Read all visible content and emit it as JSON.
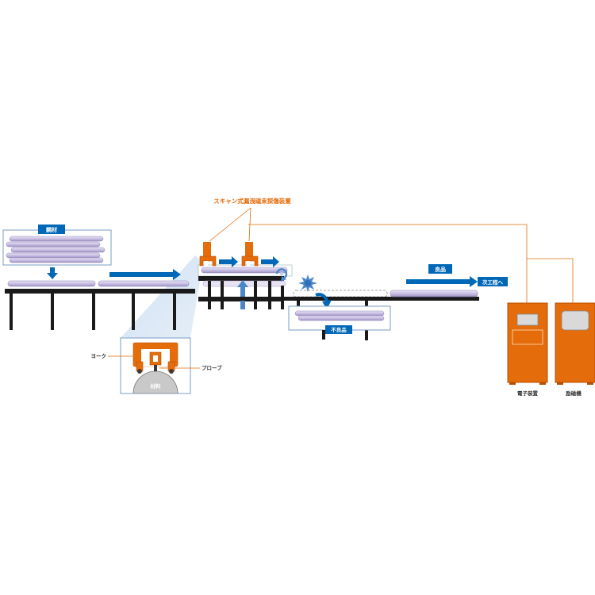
{
  "labels": {
    "title": "スキャン式漏洩磁束探傷装置",
    "raw_material": "鋼材",
    "good_product": "良品",
    "next_process": "次工程へ",
    "defective": "不良品",
    "yoke": "ヨーク",
    "probe": "プローブ",
    "material": "材料",
    "electronic_unit": "電子装置",
    "magnetizer": "励磁機"
  },
  "colors": {
    "orange": "#e46c0a",
    "orange_dark": "#b84f00",
    "blue": "#0068b7",
    "light_blue": "#cfe0f2",
    "pipe": "#c9bfe3",
    "pipe_edge": "#8c82b6",
    "rail": "#1a1a1a"
  },
  "icons": {
    "arrow": "arrow-right-icon",
    "rotate": "rotation-icon",
    "burst": "defect-burst-icon"
  }
}
